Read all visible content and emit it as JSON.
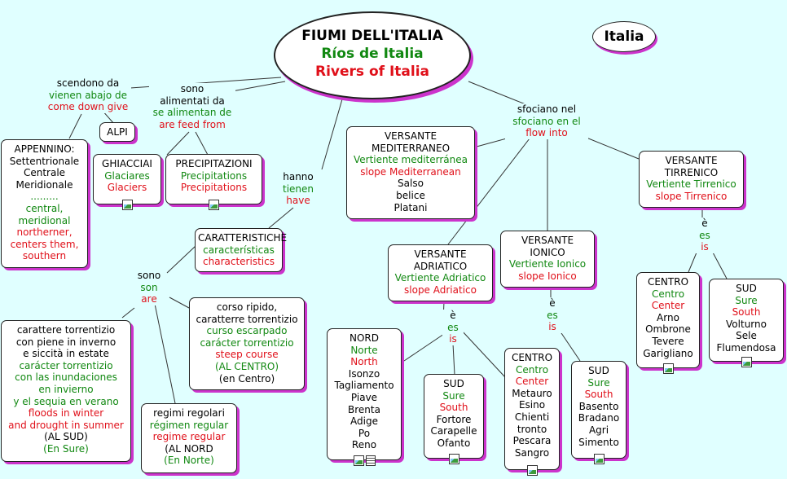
{
  "title": {
    "es": "Ríos de Italia",
    "en": "Rivers of Italia",
    "it": "FIUMI DELL'ITALIA"
  },
  "badge": "Italia",
  "labels": {
    "scendono": [
      "scendono da",
      "vienen abajo de",
      "come down give"
    ],
    "sono_alimentati": [
      "sono",
      "alimentati da",
      "se alimentan de",
      "are feed from"
    ],
    "hanno": [
      "hanno",
      "tienen",
      "have"
    ],
    "sfociano": [
      "sfociano nel",
      "sfociano en el",
      "flow into"
    ],
    "sono2": [
      "sono",
      "son",
      "are"
    ],
    "e1": [
      "è",
      "es",
      "is"
    ],
    "e2": [
      "è",
      "es",
      "is"
    ],
    "e3": [
      "è",
      "es",
      "is"
    ]
  },
  "nodes": {
    "alpi": [
      "ALPI"
    ],
    "appennino": [
      "APPENNINO:",
      "Settentrionale",
      "Centrale",
      "Meridionale",
      ".........",
      "central,",
      "meridional",
      "northerner,",
      "centers them,",
      "southern"
    ],
    "ghiacciai": [
      "GHIACCIAI",
      "Glaciares",
      "Glaciers"
    ],
    "precipitazioni": [
      "PRECIPITAZIONI",
      "Precipitations",
      "Precipitations"
    ],
    "caratteristiche": [
      "CARATTERISTICHE",
      "características",
      "characteristics"
    ],
    "carattere": [
      "carattere torrentizio",
      "con piene in inverno",
      "e siccità in estate",
      "carácter torrentizio",
      "con las inundaciones",
      "en invierno",
      "y el sequia en verano",
      "floods in winter",
      "and drought in summer",
      "(AL SUD)",
      "(En Sure)"
    ],
    "regimi": [
      "regimi regolari",
      "régimen regular",
      "regime regular",
      "(AL NORD",
      "(En Norte)"
    ],
    "corso": [
      "corso ripido,",
      "caratterre torrentizio",
      "curso escarpado",
      "carácter torrentizio",
      "steep course",
      "(AL CENTRO)",
      "(en Centro)"
    ],
    "mediterraneo": [
      "VERSANTE",
      "MEDITERRANEO",
      "Vertiente mediterránea",
      "slope Mediterranean",
      "Salso",
      "belice",
      "Platani"
    ],
    "adriatico": [
      "VERSANTE",
      "ADRIATICO",
      "Vertiente Adriatico",
      "slope Adriatico"
    ],
    "ionico": [
      "VERSANTE",
      "IONICO",
      "Vertiente Ionico",
      "slope Ionico"
    ],
    "tirrenico": [
      "VERSANTE",
      "TIRRENICO",
      "Vertiente Tirrenico",
      "slope Tirrenico"
    ],
    "nord": [
      "NORD",
      "Norte",
      "North",
      "Isonzo",
      "Tagliamento",
      "Piave",
      "Brenta",
      "Adige",
      "Po",
      "Reno"
    ],
    "sud_adr": [
      "SUD",
      "Sure",
      "South",
      "Fortore",
      "Carapelle",
      "Ofanto"
    ],
    "centro_adr": [
      "CENTRO",
      "Centro",
      "Center",
      "Metauro",
      "Esino",
      "Chienti",
      "tronto",
      "Pescara",
      "Sangro"
    ],
    "sud_ion": [
      "SUD",
      "Sure",
      "South",
      "Basento",
      "Bradano",
      "Agri",
      "Simento"
    ],
    "centro_tir": [
      "CENTRO",
      "Centro",
      "Center",
      "Arno",
      "Ombrone",
      "Tevere",
      "Garigliano"
    ],
    "sud_tir": [
      "SUD",
      "Sure",
      "South",
      "Volturno",
      "Sele",
      "Flumendosa"
    ]
  },
  "colors": {
    "background": "#e0ffff",
    "shadow": "#cc33cc",
    "spanish": "#118811",
    "english": "#e0101a"
  }
}
